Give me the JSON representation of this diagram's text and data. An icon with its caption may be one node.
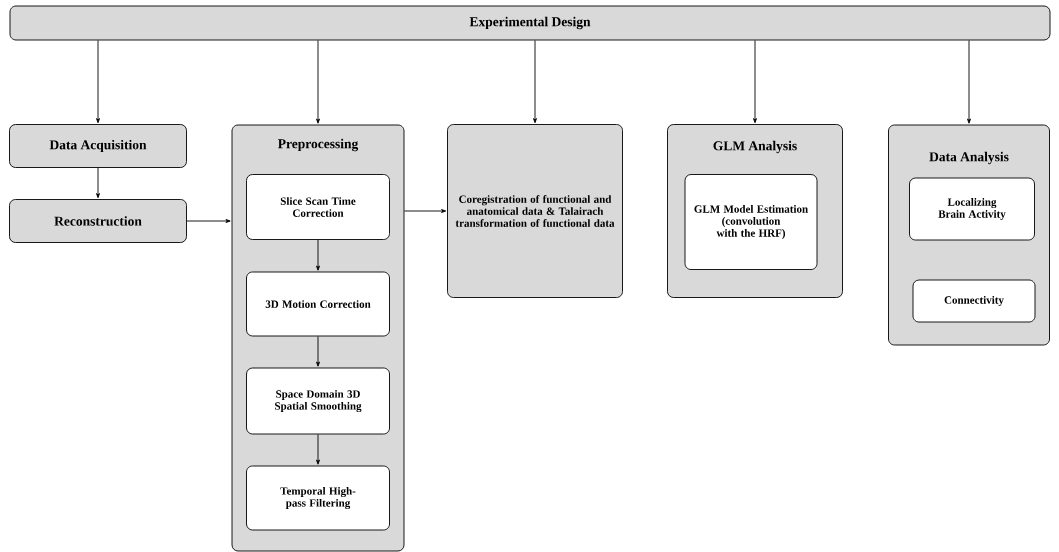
{
  "diagram": {
    "nodes": [
      {
        "text": [
          "Experimental Design"
        ]
      },
      {
        "text": [
          "Data Acquisition"
        ]
      },
      {
        "text": [
          "Reconstruction"
        ]
      },
      {
        "text": [
          "Preprocessing"
        ]
      },
      {
        "text": [
          "Slice Scan Time Correction"
        ],
        "in": 3
      },
      {
        "text": [
          "3D Motion Correction"
        ],
        "in": 3
      },
      {
        "text": [
          "Space Domain 3D Spatial Smoothing"
        ],
        "in": 3
      },
      {
        "text": [
          "Temporal High-pass Filtering"
        ],
        "in": 3
      },
      {
        "text": [
          "Coregistration of functional and anatomical data & Talairach transformation of functional data"
        ]
      },
      {
        "text": [
          "GLM Analysis"
        ]
      },
      {
        "text": [
          "GLM Model Estimation (convolution with the HRF)"
        ],
        "in": 9
      },
      {
        "text": [
          "Data Analysis"
        ]
      },
      {
        "text": [
          "Localizing Brain Activity"
        ],
        "in": 11
      },
      {
        "text": [
          "Connectivity"
        ],
        "in": 11
      }
    ],
    "edges": [
      {
        "from": 0,
        "to": 1,
        "arrow": "to"
      },
      {
        "from": 0,
        "to": 3,
        "arrow": "to"
      },
      {
        "from": 0,
        "to": 8,
        "arrow": "to"
      },
      {
        "from": 0,
        "to": 9,
        "arrow": "to"
      },
      {
        "from": 0,
        "to": 11,
        "arrow": "to"
      },
      {
        "from": 1,
        "to": 2,
        "arrow": "to"
      },
      {
        "from": 2,
        "to": 3,
        "arrow": "to"
      },
      {
        "from": 4,
        "to": 5,
        "arrow": "to"
      },
      {
        "from": 5,
        "to": 6,
        "arrow": "to"
      },
      {
        "from": 6,
        "to": 7,
        "arrow": "to"
      },
      {
        "from": 3,
        "to": 8,
        "arrow": "to"
      }
    ]
  }
}
